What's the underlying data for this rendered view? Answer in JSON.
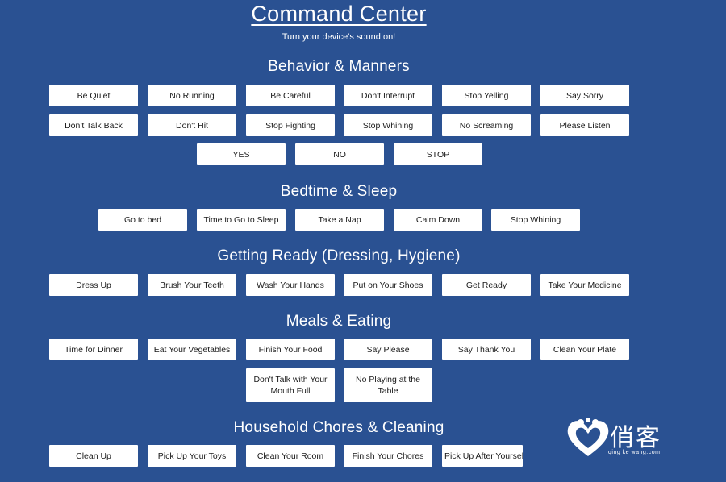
{
  "header": {
    "title": "Command Center",
    "subtitle": "Turn your device's sound on!"
  },
  "sections": [
    {
      "heading": "Behavior & Manners",
      "buttons": [
        "Be Quiet",
        "No Running",
        "Be Careful",
        "Don't Interrupt",
        "Stop Yelling",
        "Say Sorry",
        "Don't Talk Back",
        "Don't Hit",
        "Stop Fighting",
        "Stop Whining",
        "No Screaming",
        "Please Listen",
        "YES",
        "NO",
        "STOP"
      ]
    },
    {
      "heading": "Bedtime & Sleep",
      "buttons": [
        "Go to bed",
        "Time to Go to Sleep",
        "Take a Nap",
        "Calm Down",
        "Stop Whining"
      ]
    },
    {
      "heading": "Getting Ready (Dressing, Hygiene)",
      "buttons": [
        "Dress Up",
        "Brush Your Teeth",
        "Wash Your Hands",
        "Put on Your Shoes",
        "Get Ready",
        "Take Your Medicine"
      ]
    },
    {
      "heading": "Meals & Eating",
      "buttons": [
        "Time for Dinner",
        "Eat Your Vegetables",
        "Finish Your Food",
        "Say Please",
        "Say Thank You",
        "Clean Your Plate",
        "Don't Talk with Your Mouth Full",
        "No Playing at the Table"
      ]
    },
    {
      "heading": "Household Chores & Cleaning",
      "buttons": [
        "Clean Up",
        "Pick Up Your Toys",
        "Clean Your Room",
        "Finish Your Chores",
        "Pick Up After Yourself"
      ]
    }
  ],
  "watermark": {
    "brand": "俏客",
    "domain": "qing ke wang.com",
    "icon": "heart-logo-icon"
  },
  "colors": {
    "background": "#2a5192",
    "button": "#ffffff",
    "button_text": "#1a1a1a",
    "text": "#ffffff"
  }
}
